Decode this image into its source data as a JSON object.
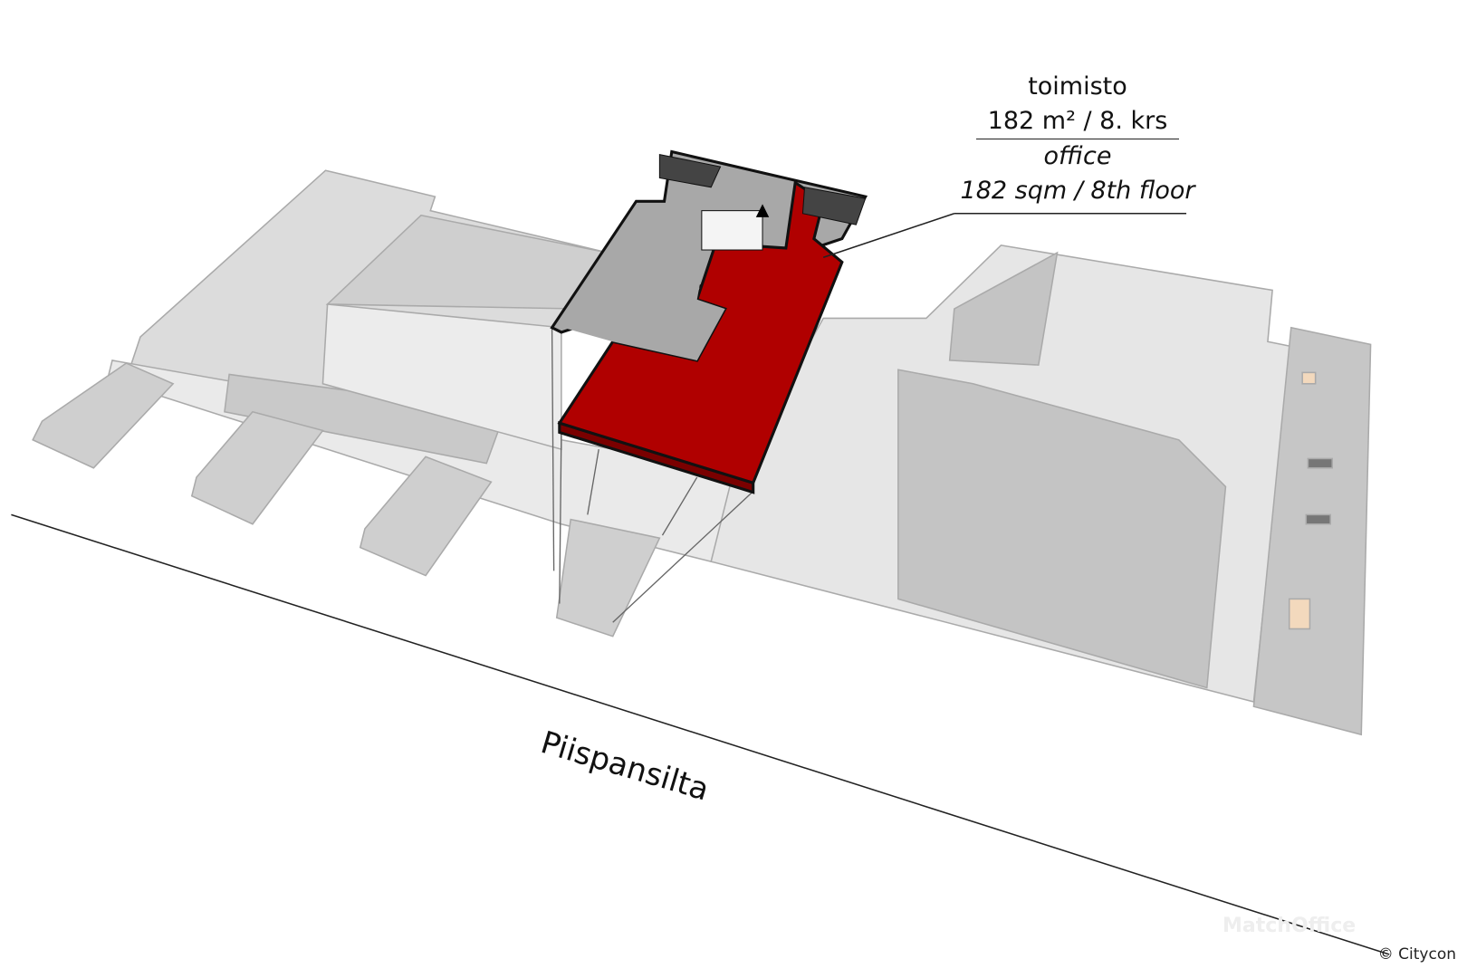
{
  "label": {
    "type_fi": "toimisto",
    "size_fi": "182 m² / 8. krs",
    "type_en": "office",
    "size_en": "182 sqm / 8th floor"
  },
  "street_name": "Piispansilta",
  "copyright": "© Citycon",
  "watermark": "MatchOffice",
  "colors": {
    "highlight": "#b00000",
    "building": "#cccccc",
    "floor_shadow": "#aaaaaa"
  }
}
